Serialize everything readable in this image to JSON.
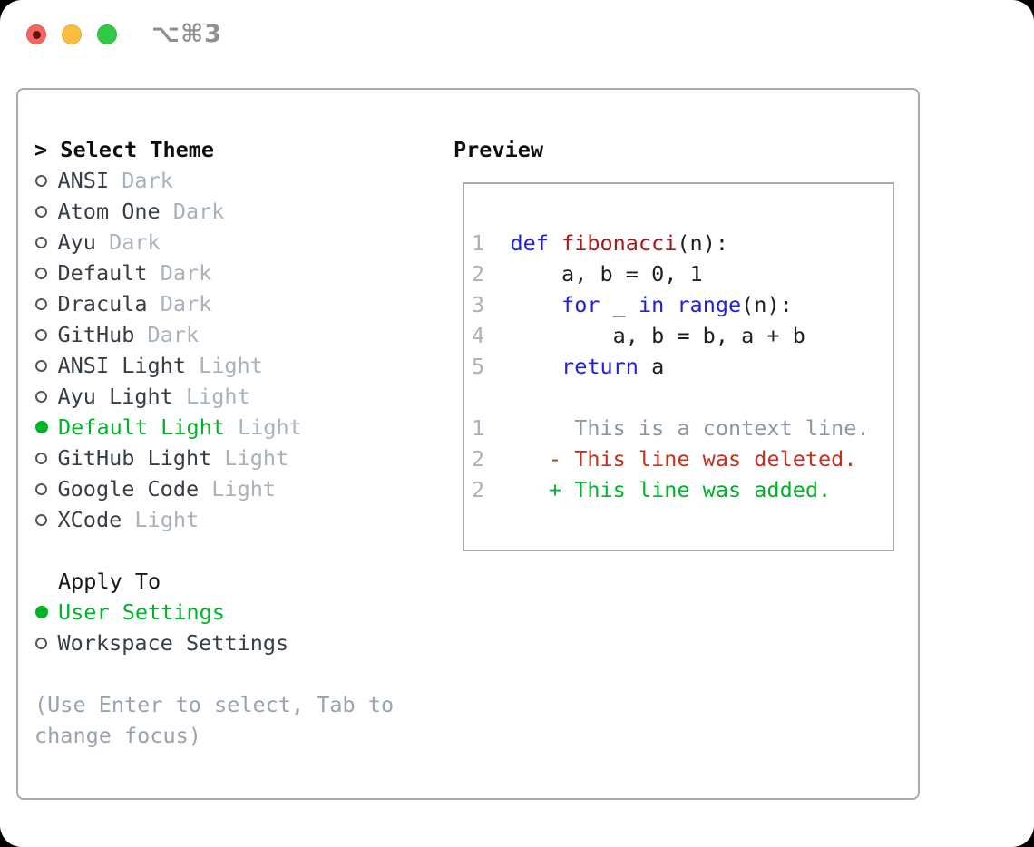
{
  "titlebar": {
    "title": "⌥⌘3"
  },
  "theme_picker": {
    "header_prefix": "> ",
    "header": "Select Theme",
    "items": [
      {
        "name": "ANSI",
        "variant": "Dark",
        "selected": false
      },
      {
        "name": "Atom One",
        "variant": "Dark",
        "selected": false
      },
      {
        "name": "Ayu",
        "variant": "Dark",
        "selected": false
      },
      {
        "name": "Default",
        "variant": "Dark",
        "selected": false
      },
      {
        "name": "Dracula",
        "variant": "Dark",
        "selected": false
      },
      {
        "name": "GitHub",
        "variant": "Dark",
        "selected": false
      },
      {
        "name": "ANSI Light",
        "variant": "Light",
        "selected": false
      },
      {
        "name": "Ayu Light",
        "variant": "Light",
        "selected": false
      },
      {
        "name": "Default Light",
        "variant": "Light",
        "selected": true
      },
      {
        "name": "GitHub Light",
        "variant": "Light",
        "selected": false
      },
      {
        "name": "Google Code",
        "variant": "Light",
        "selected": false
      },
      {
        "name": "XCode",
        "variant": "Light",
        "selected": false
      }
    ],
    "apply_to": {
      "header": "Apply To",
      "options": [
        {
          "label": "User Settings",
          "selected": true
        },
        {
          "label": "Workspace Settings",
          "selected": false
        }
      ]
    },
    "hint_lines": [
      "(Use Enter to select, Tab to",
      "change focus)"
    ]
  },
  "preview": {
    "header": "Preview",
    "lines": [
      [
        {
          "t": "1  ",
          "c": "num"
        },
        {
          "t": "def",
          "c": "kw"
        },
        {
          "t": " ",
          "c": "plain"
        },
        {
          "t": "fibonacci",
          "c": "fn"
        },
        {
          "t": "(n):",
          "c": "plain"
        }
      ],
      [
        {
          "t": "2  ",
          "c": "num"
        },
        {
          "t": "    a, b = 0, 1",
          "c": "plain"
        }
      ],
      [
        {
          "t": "3  ",
          "c": "num"
        },
        {
          "t": "    ",
          "c": "plain"
        },
        {
          "t": "for",
          "c": "kw"
        },
        {
          "t": " _ ",
          "c": "plain"
        },
        {
          "t": "in",
          "c": "kw"
        },
        {
          "t": " ",
          "c": "plain"
        },
        {
          "t": "range",
          "c": "kw"
        },
        {
          "t": "(n):",
          "c": "plain"
        }
      ],
      [
        {
          "t": "4  ",
          "c": "num"
        },
        {
          "t": "        a, b = b, a + b",
          "c": "plain"
        }
      ],
      [
        {
          "t": "5  ",
          "c": "num"
        },
        {
          "t": "    ",
          "c": "plain"
        },
        {
          "t": "return",
          "c": "kw"
        },
        {
          "t": " a",
          "c": "plain"
        }
      ],
      [],
      [
        {
          "t": "1  ",
          "c": "num"
        },
        {
          "t": "     This is a context line.",
          "c": "ctx"
        }
      ],
      [
        {
          "t": "2  ",
          "c": "num"
        },
        {
          "t": "   ",
          "c": "plain"
        },
        {
          "t": "- This line was deleted.",
          "c": "del"
        }
      ],
      [
        {
          "t": "2  ",
          "c": "num"
        },
        {
          "t": "   ",
          "c": "plain"
        },
        {
          "t": "+ This line was added.",
          "c": "add"
        }
      ]
    ]
  },
  "colors": {
    "selected_green": "#00b32a",
    "keyword_blue": "#1f1fe0",
    "function_red": "#a61717",
    "diff_deleted_red": "#c6301e",
    "diff_added_green": "#00b32a",
    "muted_gray": "#a9b1bb",
    "context_gray": "#8e969e",
    "border_gray": "#a3abb5",
    "traffic_red": "#f4655f",
    "traffic_yellow": "#fbbd3f",
    "traffic_green": "#32c948"
  }
}
